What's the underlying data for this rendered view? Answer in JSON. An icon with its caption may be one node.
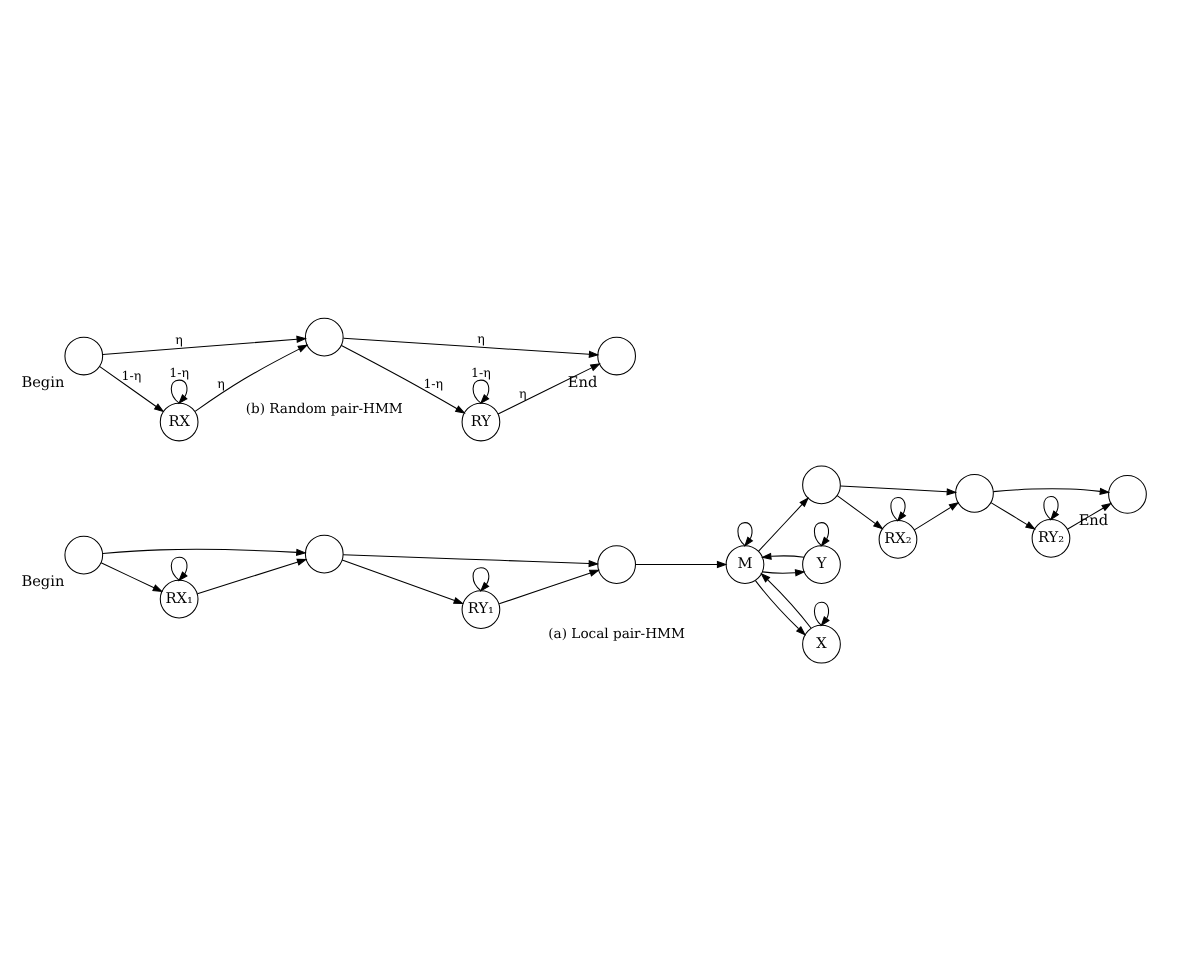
{
  "diagram": {
    "nodes": [
      {
        "text": [],
        "shape": "circle",
        "beside": [
          "Begin"
        ]
      },
      {
        "text": [
          "RX₁"
        ]
      },
      {
        "text": [],
        "shape": "circle"
      },
      {
        "text": [
          "RY₁"
        ]
      },
      {
        "text": [],
        "shape": "circle"
      },
      {
        "text": [
          "M"
        ]
      },
      {
        "text": [
          "X"
        ]
      },
      {
        "text": [
          "Y"
        ]
      },
      {
        "text": [],
        "shape": "circle"
      },
      {
        "text": [
          "RX₂"
        ]
      },
      {
        "text": [],
        "shape": "circle"
      },
      {
        "text": [
          "RY₂"
        ]
      },
      {
        "text": [],
        "shape": "circle",
        "beside": [
          "End"
        ]
      },
      {
        "text": [],
        "shape": "circle",
        "beside": [
          "Begin"
        ]
      },
      {
        "text": [
          "RX"
        ]
      },
      {
        "text": [],
        "shape": "circle"
      },
      {
        "text": [
          "RY"
        ]
      },
      {
        "text": [],
        "shape": "circle",
        "beside": [
          "End"
        ]
      }
    ],
    "edges": [
      {
        "from": 0,
        "to": 1,
        "arrow": "to"
      },
      {
        "from": 1,
        "to": 1,
        "arrow": "to"
      },
      {
        "from": 0,
        "to": 2,
        "arrow": "to"
      },
      {
        "from": 1,
        "to": 2,
        "arrow": "to"
      },
      {
        "from": 2,
        "to": 4,
        "arrow": "to"
      },
      {
        "from": 2,
        "to": 3,
        "arrow": "to"
      },
      {
        "from": 3,
        "to": 3,
        "arrow": "to"
      },
      {
        "from": 3,
        "to": 4,
        "arrow": "to"
      },
      {
        "from": 4,
        "to": 5,
        "arrow": "to"
      },
      {
        "from": 5,
        "to": 5,
        "arrow": "to"
      },
      {
        "from": 6,
        "to": 6,
        "arrow": "to"
      },
      {
        "from": 6,
        "to": 5,
        "arrow": "to"
      },
      {
        "from": 5,
        "to": 6,
        "arrow": "to"
      },
      {
        "from": 5,
        "to": 7,
        "arrow": "to"
      },
      {
        "from": 7,
        "to": 5,
        "arrow": "to"
      },
      {
        "from": 7,
        "to": 7,
        "arrow": "to"
      },
      {
        "from": 5,
        "to": 8,
        "arrow": "to"
      },
      {
        "from": 8,
        "to": 9,
        "arrow": "to"
      },
      {
        "from": 9,
        "to": 9,
        "arrow": "to"
      },
      {
        "from": 8,
        "to": 10,
        "arrow": "to"
      },
      {
        "from": 9,
        "to": 10,
        "arrow": "to"
      },
      {
        "from": 10,
        "to": 12,
        "arrow": "to"
      },
      {
        "from": 10,
        "to": 11,
        "arrow": "to"
      },
      {
        "from": 11,
        "to": 11,
        "arrow": "to"
      },
      {
        "from": 11,
        "to": 12,
        "arrow": "to"
      },
      {
        "from": 14,
        "to": 14,
        "arrow": "to",
        "label": "1-η"
      },
      {
        "from": 13,
        "to": 14,
        "arrow": "to",
        "label": "1-η"
      },
      {
        "from": 14,
        "to": 15,
        "arrow": "to",
        "label": "η"
      },
      {
        "from": 13,
        "to": 15,
        "arrow": "to",
        "label": "η"
      },
      {
        "from": 15,
        "to": 17,
        "arrow": "to",
        "label": "η"
      },
      {
        "from": 15,
        "to": 16,
        "arrow": "to",
        "label": "1-η"
      },
      {
        "from": 16,
        "to": 17,
        "arrow": "to",
        "label": "η"
      },
      {
        "from": 16,
        "to": 16,
        "arrow": "to",
        "label": "1-η"
      }
    ],
    "labels": [
      "(a) Local pair-HMM",
      "(b) Random pair-HMM"
    ]
  }
}
